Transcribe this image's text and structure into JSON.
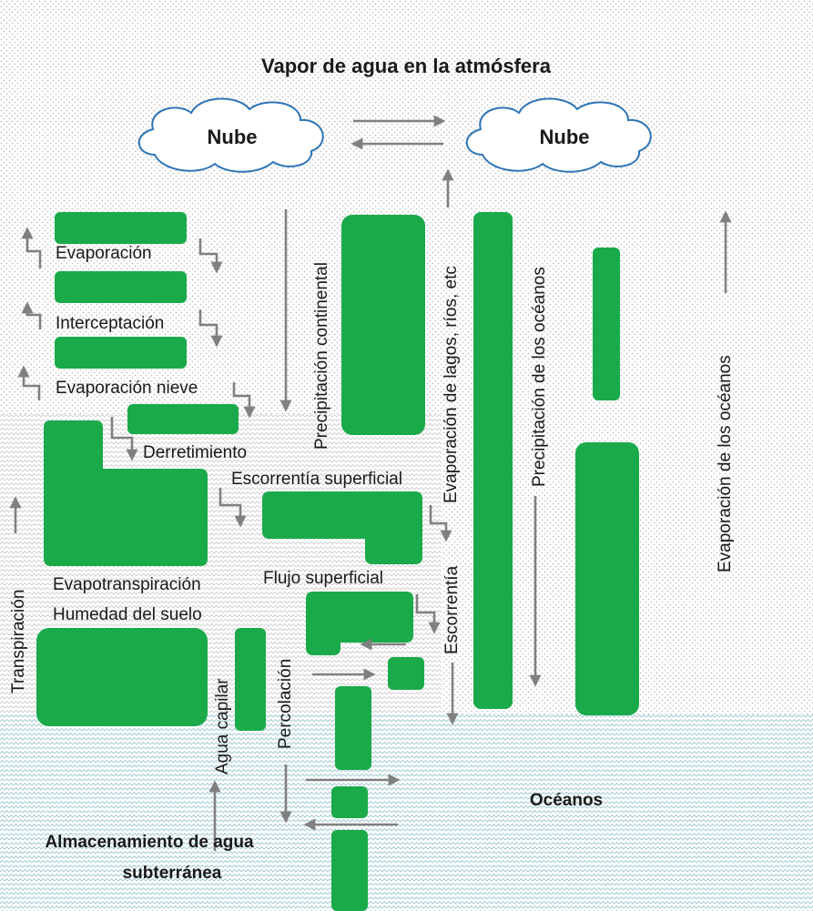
{
  "title": "Vapor de agua en la atmósfera",
  "clouds": {
    "left": "Nube",
    "right": "Nube"
  },
  "labels": {
    "evaporacion": "Evaporación",
    "interceptacion": "Interceptación",
    "evaporacion_nieve": "Evaporación nieve",
    "derretimiento": "Derretimiento",
    "escorrentia_superficial": "Escorrentía superficial",
    "evapotranspiracion": "Evapotranspiración",
    "flujo_superficial": "Flujo superficial",
    "humedad_suelo": "Humedad del suelo",
    "transpiracion": "Transpiración",
    "agua_capilar": "Agua capilar",
    "percolacion": "Percolación",
    "escorrentia": "Escorrentía",
    "precipitacion_continental": "Precipitación continental",
    "evaporacion_lagos": "Evaporación de lagos, ríos, etc",
    "precipitacion_oceanos": "Precipitación de los océanos",
    "evaporacion_oceanos": "Evaporación de los océanos",
    "oceanos": "Océanos",
    "almacenamiento_1": "Almacenamiento de agua",
    "almacenamiento_2": "subterránea"
  },
  "colors": {
    "box_green": "#1aaa4a",
    "arrow_gray": "#808080",
    "cloud_outline": "#2e75b6",
    "atmosphere_dots": "#c8c8c8",
    "land_pattern": "#c8c8c8",
    "ocean_pattern": "#9ec7d2"
  }
}
